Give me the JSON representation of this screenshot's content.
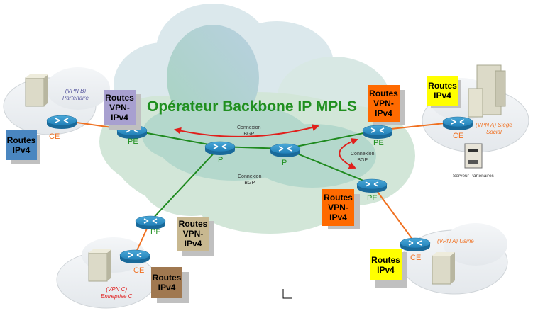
{
  "title": "Opérateur Backbone IP MPLS",
  "colors": {
    "backbone_link": "#1f8a1f",
    "access_link": "#f07020",
    "bgp_arrow": "#e0201c",
    "title": "#1f8f1f"
  },
  "nodes": {
    "pe_left": "PE",
    "pe_right_top": "PE",
    "pe_right_bottom": "PE",
    "pe_bottom_left": "PE",
    "p_left": "P",
    "p_right": "P",
    "ce_vpn_b": "CE",
    "ce_siege": "CE",
    "ce_usine": "CE",
    "ce_vpn_c": "CE"
  },
  "bgp_labels": {
    "top": "Connexion\nBGP",
    "right": "Connexion\nBGP",
    "center": "Connexion\nBGP"
  },
  "route_boxes": {
    "vpn_b_ipv4": {
      "label": "Routes\nIPv4",
      "color": "#4a86c0"
    },
    "vpn_b_vpn": {
      "label": "Routes\nVPN-\nIPv4",
      "color": "#a8a0d0"
    },
    "siege_vpn": {
      "label": "Routes\nVPN-\nIPv4",
      "color": "#ff6a00"
    },
    "siege_ipv4": {
      "label": "Routes\nIPv4",
      "color": "#ffff00"
    },
    "usine_vpn": {
      "label": "Routes\nVPN-\nIPv4",
      "color": "#ff6a00"
    },
    "usine_ipv4": {
      "label": "Routes\nIPv4",
      "color": "#ffff00"
    },
    "vpn_c_vpn": {
      "label": "Routes\nVPN-\nIPv4",
      "color": "#c8b890"
    },
    "vpn_c_ipv4": {
      "label": "Routes\nIPv4",
      "color": "#a07850"
    }
  },
  "sites": {
    "vpn_b": {
      "label": "(VPN B)\nPartenaire",
      "color": "#5a5aa0"
    },
    "siege": {
      "label": "(VPN A) Siège\nSocial",
      "color": "#f07020"
    },
    "usine": {
      "label": "(VPN A) Usine",
      "color": "#f07020"
    },
    "vpn_c": {
      "label": "(VPN C)\nEntreprise C",
      "color": "#e02020"
    }
  },
  "server_label": "Serveur Partenaires"
}
